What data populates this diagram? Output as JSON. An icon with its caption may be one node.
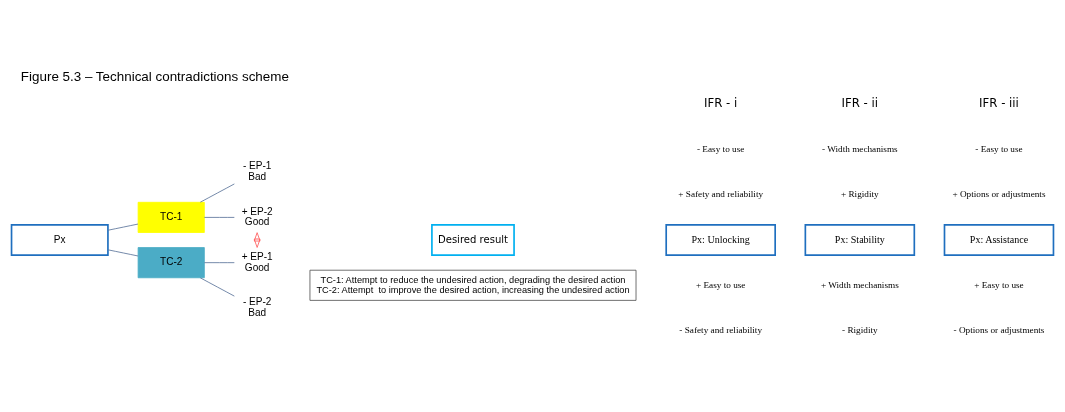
{
  "diagram": {
    "title": "Figure 5.3 – Technical contradictions scheme",
    "nodes": [
      {
        "text": [
          "Px"
        ]
      },
      {
        "text": [
          "TC-1"
        ]
      },
      {
        "text": [
          "TC-2"
        ]
      },
      {
        "text": [
          "- EP-1",
          "Bad"
        ]
      },
      {
        "text": [
          "+ EP-2",
          "Good"
        ]
      },
      {
        "text": [
          "+ EP-1",
          "Good"
        ]
      },
      {
        "text": [
          "- EP-2",
          "Bad"
        ]
      },
      {
        "text": [
          "Desired result"
        ]
      },
      {
        "text": [
          "Px: Unlocking"
        ]
      },
      {
        "text": [
          "Px: Stability"
        ]
      },
      {
        "text": [
          "Px: Assistance"
        ]
      },
      {
        "text": [
          "TC-1: Attempt to reduce the undesired action, degrading the desired action",
          "TC-2: Attempt  to improve the desired action, increasing the undesired action"
        ]
      }
    ],
    "edges": [
      {
        "from": 0,
        "to": 1,
        "arrow": "none"
      },
      {
        "from": 0,
        "to": 2,
        "arrow": "none"
      },
      {
        "from": 1,
        "to": 3,
        "arrow": "none"
      },
      {
        "from": 1,
        "to": 4,
        "arrow": "none"
      },
      {
        "from": 2,
        "to": 5,
        "arrow": "none"
      },
      {
        "from": 2,
        "to": 6,
        "arrow": "none"
      },
      {
        "from": 4,
        "to": 5,
        "arrow": "both",
        "color": "#ff5a5a"
      }
    ],
    "labels": [
      "IFR - i",
      "IFR - ii",
      "IFR - iii",
      "- Easy to use",
      "- Width mechanisms",
      "- Easy to use",
      "+ Safety and reliability",
      "+ Rigidity",
      "+ Options or adjustments",
      "+ Easy to use",
      "+ Width mechanisms",
      "+ Easy to use",
      "- Safety and reliability",
      "- Rigidity",
      "- Options or adjustments"
    ]
  }
}
